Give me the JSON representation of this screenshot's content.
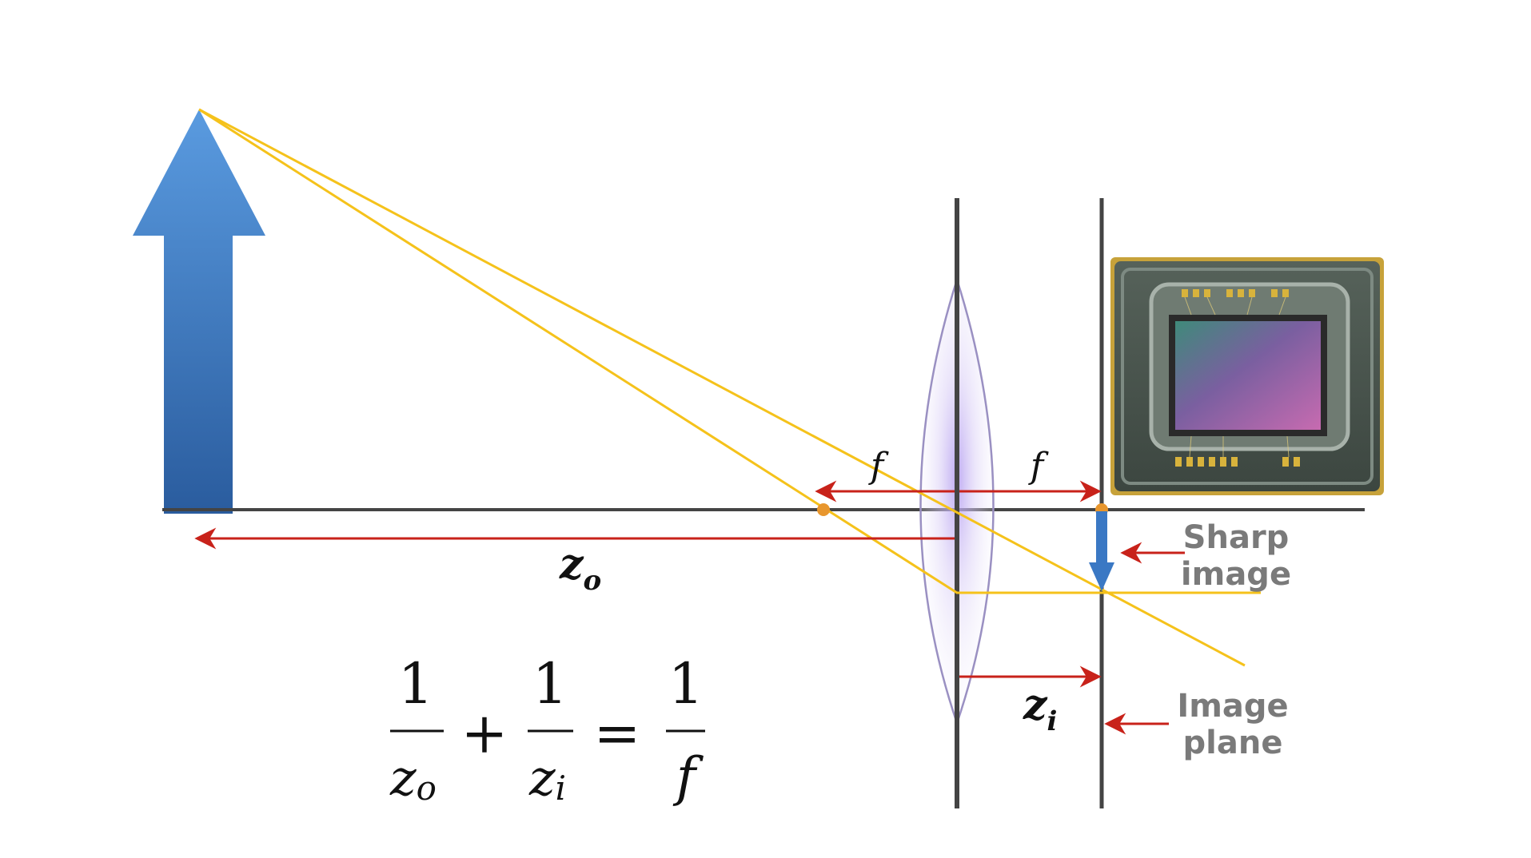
{
  "labels": {
    "f_left": "f",
    "f_right": "f",
    "z_o_main": "z",
    "z_o_sub": "o",
    "z_i_main": "z",
    "z_i_sub": "i",
    "sharp_line1": "Sharp",
    "sharp_line2": "image",
    "plane_line1": "Image",
    "plane_line2": "plane"
  },
  "equation": {
    "num1": "1",
    "den1_main": "z",
    "den1_sub": "o",
    "plus": "+",
    "num2": "1",
    "den2_main": "z",
    "den2_sub": "i",
    "equals": "=",
    "num3": "1",
    "den3": "f"
  },
  "colors": {
    "object_arrow": "#3a78c4",
    "ray": "#f5c21b",
    "dimension": "#c8221a",
    "axis": "#444444",
    "lens_fill": "#c9b8f2",
    "label_gray": "#7a7a7a"
  },
  "icons": [
    "object-arrow-icon",
    "image-arrow-icon",
    "lens-icon",
    "image-sensor-icon"
  ]
}
